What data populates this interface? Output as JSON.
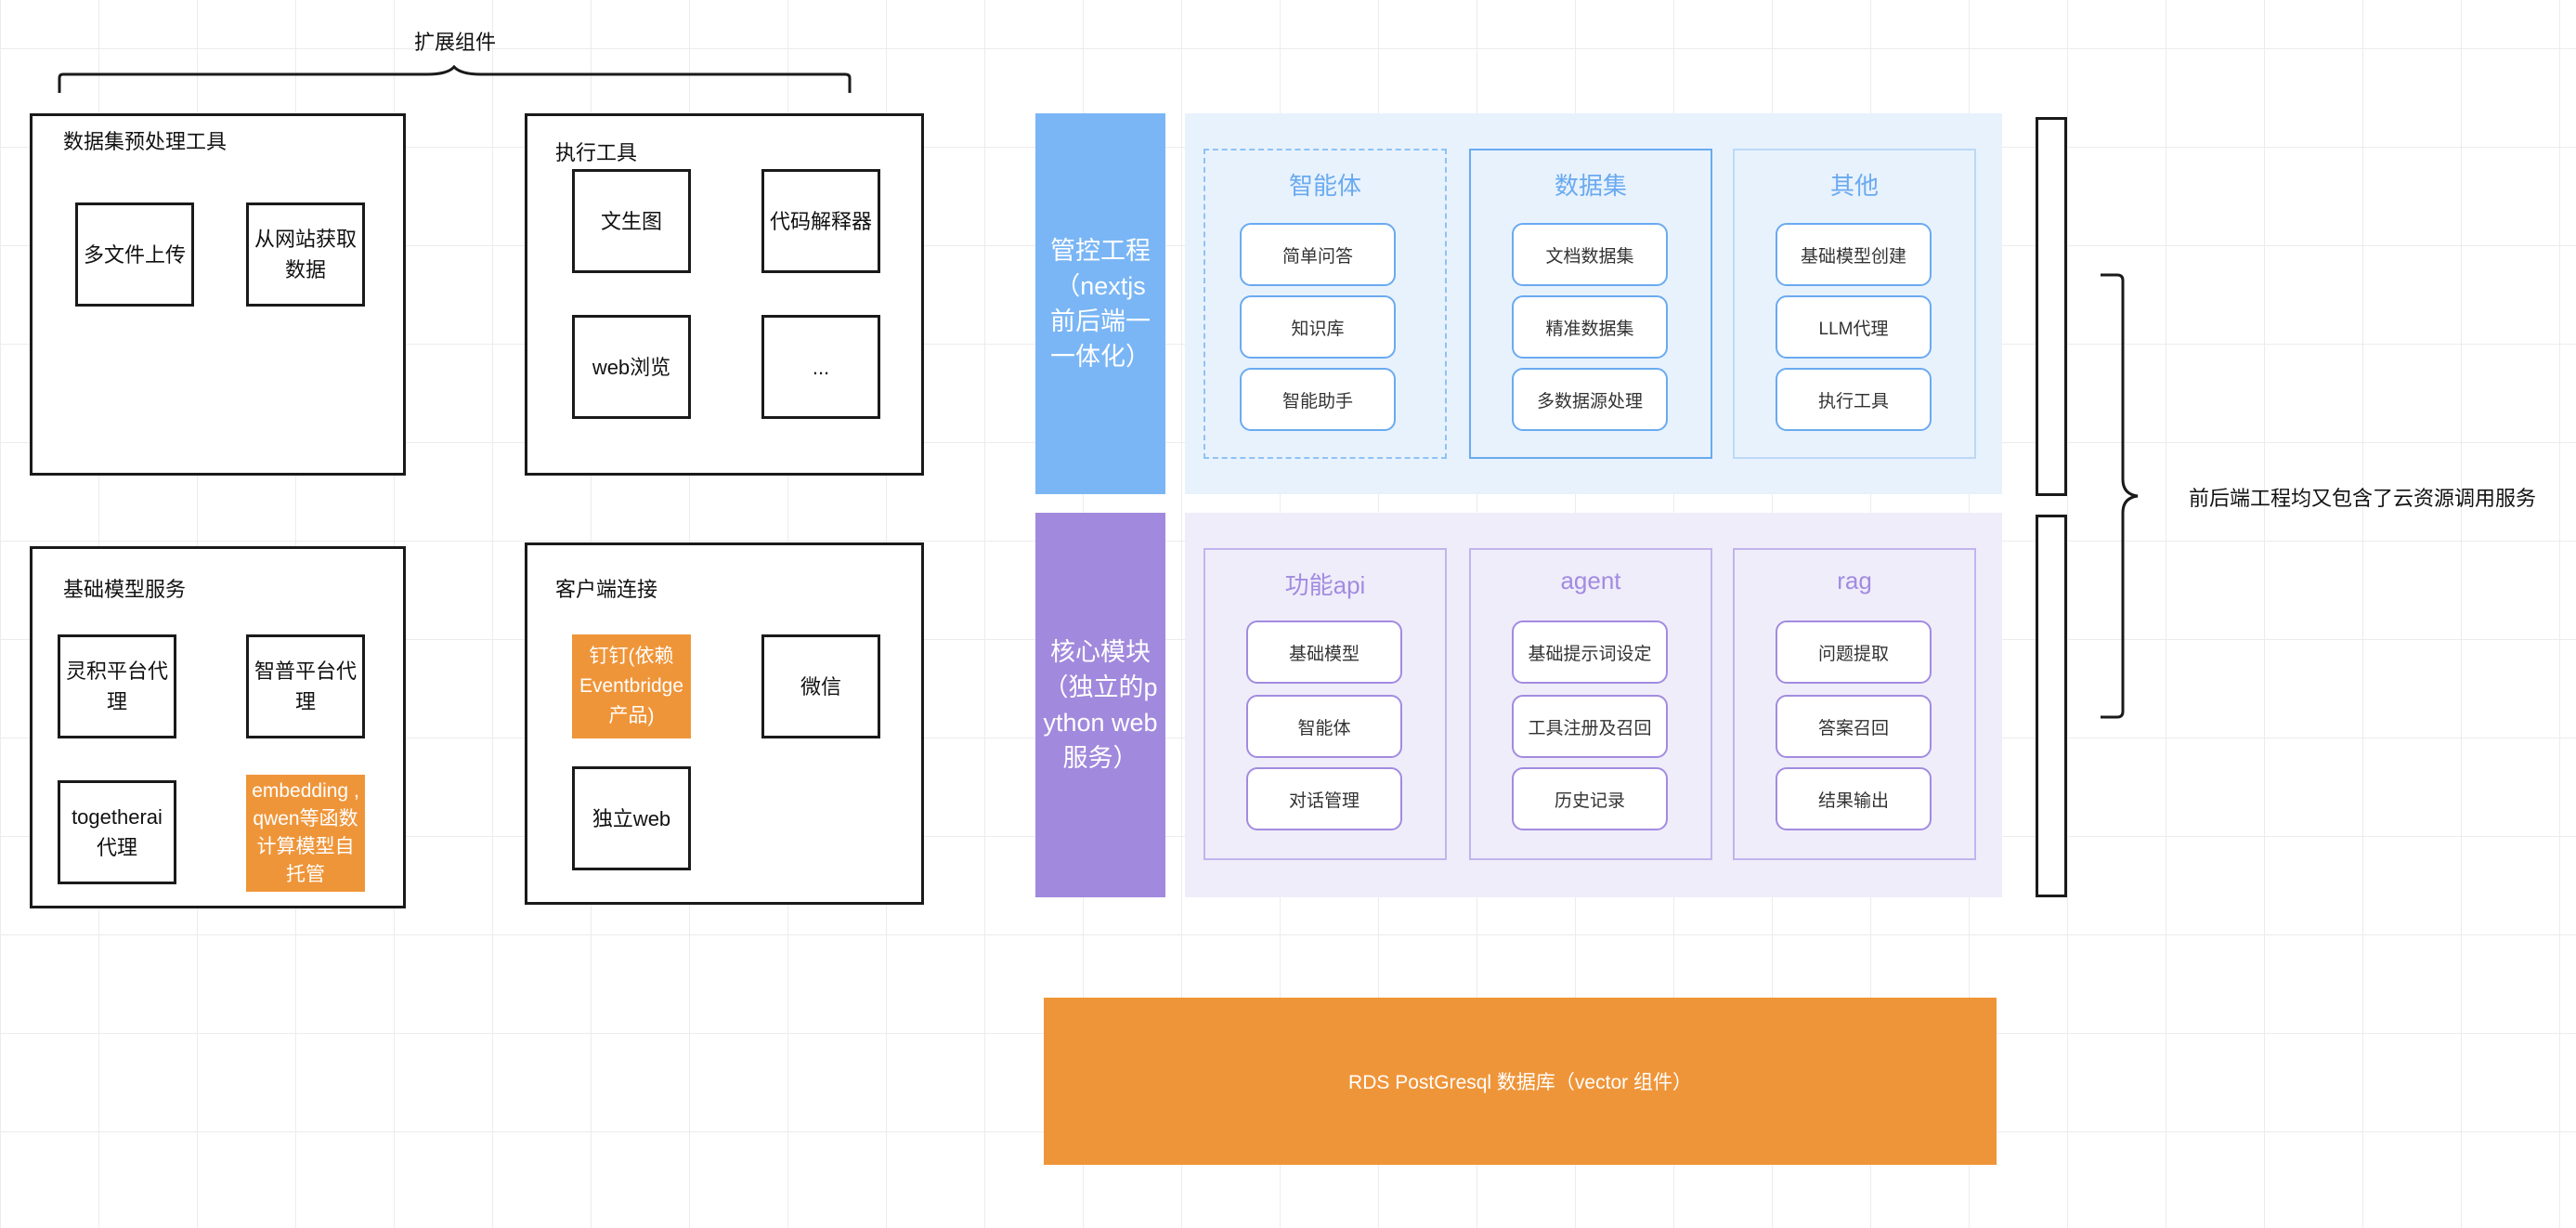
{
  "extension": {
    "label": "扩展组件",
    "dataset_tools": {
      "title": "数据集预处理工具",
      "items": [
        "多文件上传",
        "从网站获取数据"
      ]
    },
    "exec_tools": {
      "title": "执行工具",
      "items": [
        "文生图",
        "代码解释器",
        "web浏览",
        "..."
      ]
    },
    "base_model": {
      "title": "基础模型服务",
      "items": [
        "灵积平台代理",
        "智普平台代理",
        "togetherai代理",
        "embedding , qwen等函数计算模型自托管"
      ]
    },
    "client": {
      "title": "客户端连接",
      "items": [
        "钉钉(依赖Eventbridge产品)",
        "微信",
        "独立web"
      ]
    }
  },
  "mgmt": {
    "band": "管控工程（nextjs 前后端一一体化）",
    "columns": [
      {
        "title": "智能体",
        "items": [
          "简单问答",
          "知识库",
          "智能助手"
        ]
      },
      {
        "title": "数据集",
        "items": [
          "文档数据集",
          "精准数据集",
          "多数据源处理"
        ]
      },
      {
        "title": "其他",
        "items": [
          "基础模型创建",
          "LLM代理",
          "执行工具"
        ]
      }
    ]
  },
  "core": {
    "band": "核心模块（独立的python web服务）",
    "columns": [
      {
        "title": "功能api",
        "items": [
          "基础模型",
          "智能体",
          "对话管理"
        ]
      },
      {
        "title": "agent",
        "items": [
          "基础提示词设定",
          "工具注册及召回",
          "历史记录"
        ]
      },
      {
        "title": "rag",
        "items": [
          "问题提取",
          "答案召回",
          "结果输出"
        ]
      }
    ]
  },
  "note": "前后端工程均又包含了云资源调用服务",
  "db": "RDS PostGresql 数据库（vector 组件）",
  "colors": {
    "mgmt_band": "#7ab6f5",
    "mgmt_panel": "#e8f2fd",
    "mgmt_accent": "#6aaaf0",
    "core_band": "#a189dd",
    "core_panel": "#efedfa",
    "core_accent": "#a28be0",
    "orange": "#ef9539"
  }
}
